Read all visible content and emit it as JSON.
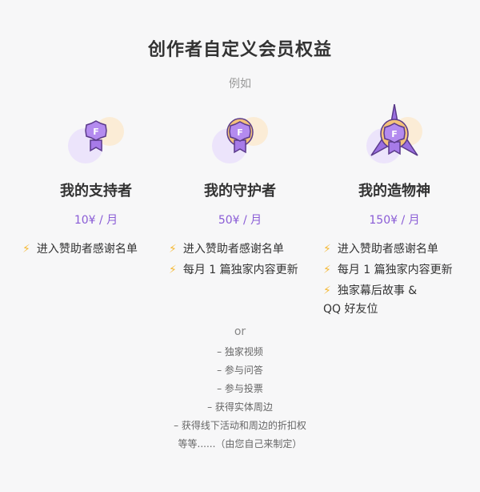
{
  "header": {
    "title": "创作者自定义会员权益",
    "subtitle": "例如"
  },
  "colors": {
    "accent_purple": "#8a5cd6",
    "bolt_yellow": "#f5b935",
    "bg": "#f7f7f8"
  },
  "tiers": [
    {
      "icon": "bronze-badge-icon",
      "name": "我的支持者",
      "price": "10¥ / 月",
      "perks": [
        "进入赞助者感谢名单"
      ]
    },
    {
      "icon": "silver-badge-icon",
      "name": "我的守护者",
      "price": "50¥ / 月",
      "perks": [
        "进入赞助者感谢名单",
        "每月 1 篇独家内容更新"
      ]
    },
    {
      "icon": "gold-star-badge-icon",
      "name": "我的造物神",
      "price": "150¥ / 月",
      "perks": [
        "进入赞助者感谢名单",
        "每月 1 篇独家内容更新",
        "独家幕后故事 &",
        "QQ 好友位"
      ]
    }
  ],
  "perk_bullet": "⚡",
  "badge_letter": "F",
  "alternatives": {
    "label": "or",
    "items": [
      "– 独家视频",
      "– 参与问答",
      "– 参与投票",
      "– 获得实体周边",
      "– 获得线下活动和周边的折扣权",
      "等等......（由您自己来制定）"
    ]
  }
}
